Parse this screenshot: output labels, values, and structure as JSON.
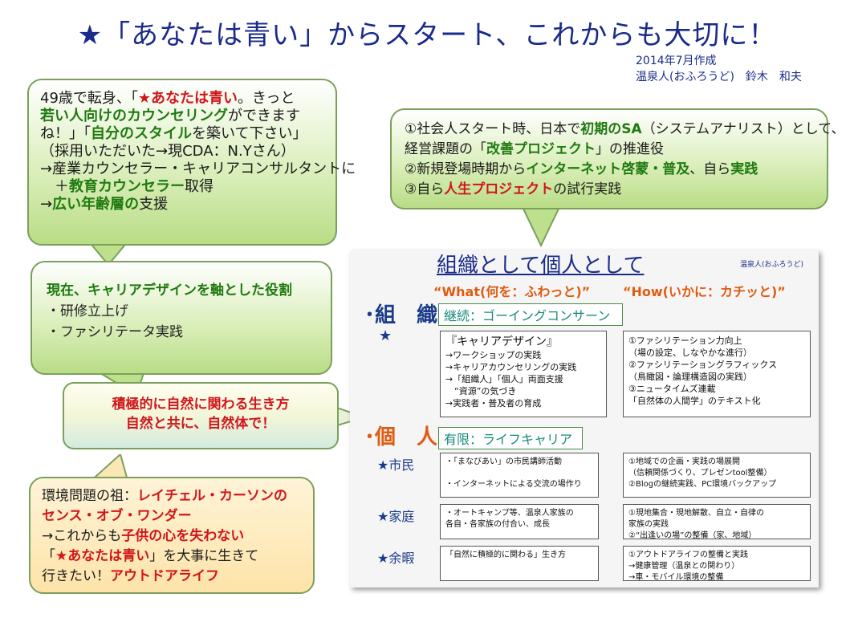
{
  "title": "★「あなたは青い」からスタート、これからも大切に！",
  "meta": {
    "date": "2014年7月作成",
    "author": "温泉人(おふろうど)　鈴木　和夫"
  },
  "bubble_top_left": {
    "lines": [
      [
        {
          "t": "49歳で転身、「",
          "c": ""
        },
        {
          "t": "★あなたは青い",
          "c": "r"
        },
        {
          "t": "。きっと",
          "c": ""
        }
      ],
      [
        {
          "t": "若い人向けのカウンセリング",
          "c": "g"
        },
        {
          "t": "ができます",
          "c": ""
        }
      ],
      [
        {
          "t": "ね！」「",
          "c": ""
        },
        {
          "t": "自分のスタイル",
          "c": "g"
        },
        {
          "t": "を築いて下さい」",
          "c": ""
        }
      ],
      [
        {
          "t": "（採用いただいた→現CDA：N.Yさん）",
          "c": ""
        }
      ],
      [
        {
          "t": "→産業カウンセラー・キャリアコンサルタントに",
          "c": ""
        }
      ],
      [
        {
          "t": "　＋",
          "c": ""
        },
        {
          "t": "教育カウンセラー",
          "c": "g"
        },
        {
          "t": "取得",
          "c": ""
        }
      ],
      [
        {
          "t": "→",
          "c": ""
        },
        {
          "t": "広い年齢層の",
          "c": "g"
        },
        {
          "t": "支援",
          "c": ""
        }
      ]
    ]
  },
  "bubble_top_right": {
    "lines": [
      [
        {
          "t": "①社会人スタート時、日本で",
          "c": ""
        },
        {
          "t": "初期のSA",
          "c": "g"
        },
        {
          "t": "（システムアナリスト）として、",
          "c": ""
        }
      ],
      [
        {
          "t": "経営課題の「",
          "c": ""
        },
        {
          "t": "改善プロジェクト",
          "c": "g"
        },
        {
          "t": "」の推進役",
          "c": ""
        }
      ],
      [
        {
          "t": "②新規登場時期から",
          "c": ""
        },
        {
          "t": "インターネット啓蒙・普及",
          "c": "g"
        },
        {
          "t": "、自ら",
          "c": ""
        },
        {
          "t": "実践",
          "c": "g"
        }
      ],
      [
        {
          "t": "③自ら",
          "c": ""
        },
        {
          "t": "人生プロジェクト",
          "c": "r"
        },
        {
          "t": "の試行実践",
          "c": ""
        }
      ]
    ]
  },
  "bubble_mid_left": {
    "lines": [
      [
        {
          "t": "現在、キャリアデザインを軸とした役割",
          "c": "g"
        }
      ],
      [
        {
          "t": "・研修立上げ",
          "c": ""
        }
      ],
      [
        {
          "t": "・ファシリテータ実践",
          "c": ""
        }
      ]
    ]
  },
  "bubble_nature": {
    "line1": "積極的に自然に関わる生き方",
    "line2": "自然と共に、自然体で！"
  },
  "bubble_bottom_left": {
    "lines": [
      [
        {
          "t": "環境問題の祖：",
          "c": ""
        },
        {
          "t": "レイチェル・カーソンの",
          "c": "r"
        }
      ],
      [
        {
          "t": "センス・オブ・ワンダー",
          "c": "r"
        }
      ],
      [
        {
          "t": "→これからも",
          "c": ""
        },
        {
          "t": "子供の心を失わない",
          "c": "r"
        }
      ],
      [
        {
          "t": "「",
          "c": ""
        },
        {
          "t": "★あなたは青い",
          "c": "r"
        },
        {
          "t": "」を大事に生きて",
          "c": ""
        }
      ],
      [
        {
          "t": "行きたい！",
          "c": ""
        },
        {
          "t": "アウトドアライフ",
          "c": "r"
        }
      ]
    ]
  },
  "panel": {
    "heading": "組織として個人として",
    "author_small": "温泉人(おふろうど)",
    "col_what": "“What(何を：ふわっと)”",
    "col_how": "“How(いかに：カチッと)”",
    "org": {
      "label": "･組　織",
      "star": "★",
      "tag": "継続：ゴーイングコンサーン",
      "what_title": "『キャリアデザイン』",
      "what_lines": [
        "→ワークショップの実践",
        "→キャリアカウンセリングの実践",
        "→「組織人」「個人」両面支援",
        "　“資源”の気づき",
        "→実践者・普及者の育成"
      ],
      "how_lines": [
        "①ファシリテーション力向上",
        "（場の設定、しなやかな進行）",
        "②ファシリテーショングラフィックス",
        "（鳥瞰図・論理構造図の実践）",
        "③ニュータイムズ連載",
        "「自然体の人間学」のテキスト化"
      ]
    },
    "ind": {
      "label": "･個　人",
      "tag": "有限：ライフキャリア",
      "rows": [
        {
          "label": "★市民",
          "what": [
            "・「まなびあい」の市民講師活動",
            "",
            "・インターネットによる交流の場作り"
          ],
          "how": [
            "①地域での企画・実践の場展開",
            "（信頼関係づくり、プレゼンtool整備）",
            "②Blogの継続実践、PC環境バックアップ"
          ]
        },
        {
          "label": "★家庭",
          "what": [
            "・オートキャンプ等、温泉人家族の",
            "各自・各家族の付合い、成長"
          ],
          "how": [
            "①現地集合・現地解散、自立・自律の",
            "家族の実践",
            "②“出逢いの場”の整備（家、地域）"
          ]
        },
        {
          "label": "★余暇",
          "what": [
            "「自然に積極的に関わる」生き方"
          ],
          "how": [
            "①アウトドアライフの整備と実践",
            "→健康管理（温泉との関わり）",
            "→車・モバイル環境の整備"
          ]
        }
      ]
    }
  }
}
